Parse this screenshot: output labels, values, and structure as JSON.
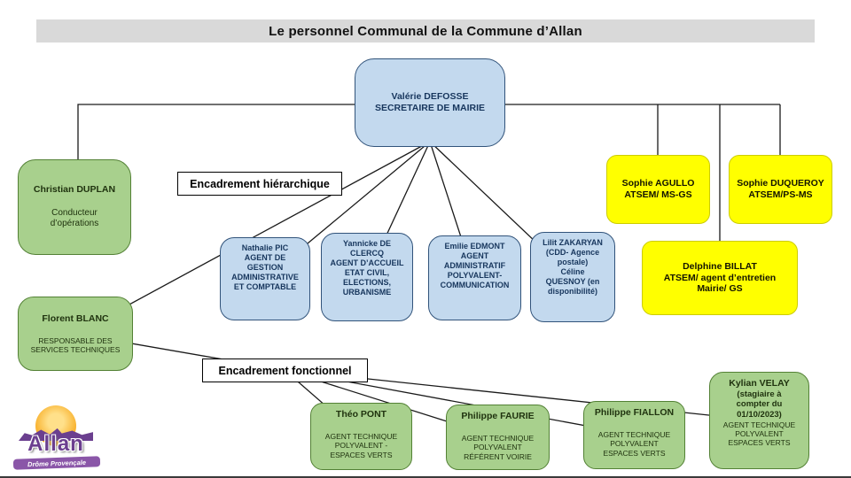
{
  "title": "Le personnel Communal de la Commune d’Allan",
  "labels": {
    "hierarchique": "Encadrement hiérarchique",
    "fonctionnel": "Encadrement fonctionnel"
  },
  "nodes": {
    "valerie": {
      "name": "Valérie DEFOSSE",
      "role": "SECRETAIRE DE MAIRIE"
    },
    "christian": {
      "name": "Christian DUPLAN",
      "role": "Conducteur\nd’opérations"
    },
    "agullo": {
      "name": "Sophie AGULLO",
      "role": "ATSEM/ MS-GS"
    },
    "duqueroy": {
      "name": "Sophie DUQUEROY",
      "role": "ATSEM/PS-MS"
    },
    "billat": {
      "name": "Delphine BILLAT",
      "role": "ATSEM/ agent d’entretien\nMairie/ GS"
    },
    "nathalie": {
      "name": "Nathalie PIC",
      "role": "AGENT DE\nGESTION\nADMINISTRATIVE\nET COMPTABLE"
    },
    "yannicke": {
      "name": "Yannicke DE\nCLERCQ",
      "role": "AGENT D’ACCUEIL\nETAT CIVIL,\nELECTIONS,\nURBANISME"
    },
    "emilie": {
      "name": "Emilie EDMONT",
      "role": "AGENT\nADMINISTRATIF\nPOLYVALENT-\nCOMMUNICATION"
    },
    "lilit": {
      "name": "Lilit ZAKARYAN",
      "role": "(CDD- Agence\npostale)\nCéline\nQUESNOY (en\ndisponibilité)"
    },
    "florent": {
      "name": "Florent BLANC",
      "role": "RESPONSABLE DES\nSERVICES TECHNIQUES"
    },
    "theo": {
      "name": "Théo PONT",
      "role": "AGENT TECHNIQUE\nPOLYVALENT -\nESPACES VERTS"
    },
    "faurie": {
      "name": "Philippe FAURIE",
      "role": "AGENT TECHNIQUE\nPOLYVALENT\nRÉFÉRENT VOIRIE"
    },
    "fiallon": {
      "name": "Philippe FIALLON",
      "role": "AGENT TECHNIQUE\nPOLYVALENT\nESPACES VERTS"
    },
    "kylian": {
      "name": "Kylian VELAY",
      "sub": "(stagiaire à\ncompter du\n01/10/2023)",
      "role": "AGENT TECHNIQUE\nPOLYVALENT\nESPACES VERTS"
    }
  },
  "connections": [
    [
      "valerie",
      "christian"
    ],
    [
      "valerie",
      "agullo"
    ],
    [
      "valerie",
      "duqueroy"
    ],
    [
      "valerie",
      "billat"
    ],
    [
      "valerie",
      "nathalie"
    ],
    [
      "valerie",
      "yannicke"
    ],
    [
      "valerie",
      "emilie"
    ],
    [
      "valerie",
      "lilit"
    ],
    [
      "valerie",
      "florent"
    ],
    [
      "florent",
      "label-fonctionnel"
    ],
    [
      "label-fonctionnel",
      "theo"
    ],
    [
      "label-fonctionnel",
      "faurie"
    ],
    [
      "label-fonctionnel",
      "fiallon"
    ],
    [
      "label-fonctionnel",
      "kylian"
    ]
  ],
  "logo": {
    "name": "Allan",
    "tagline": "Drôme Provençale"
  },
  "colors": {
    "box_blue": "#c3d9ee",
    "box_blue_border": "#31537a",
    "box_green": "#a8d08d",
    "box_green_border": "#538135",
    "box_yellow": "#ffff00",
    "box_yellow_border": "#cccc00",
    "title_bg": "#d9d9d9",
    "logo_purple": "#6b3f8f",
    "logo_orange": "#f7a81b",
    "line": "#1a1a1a"
  }
}
